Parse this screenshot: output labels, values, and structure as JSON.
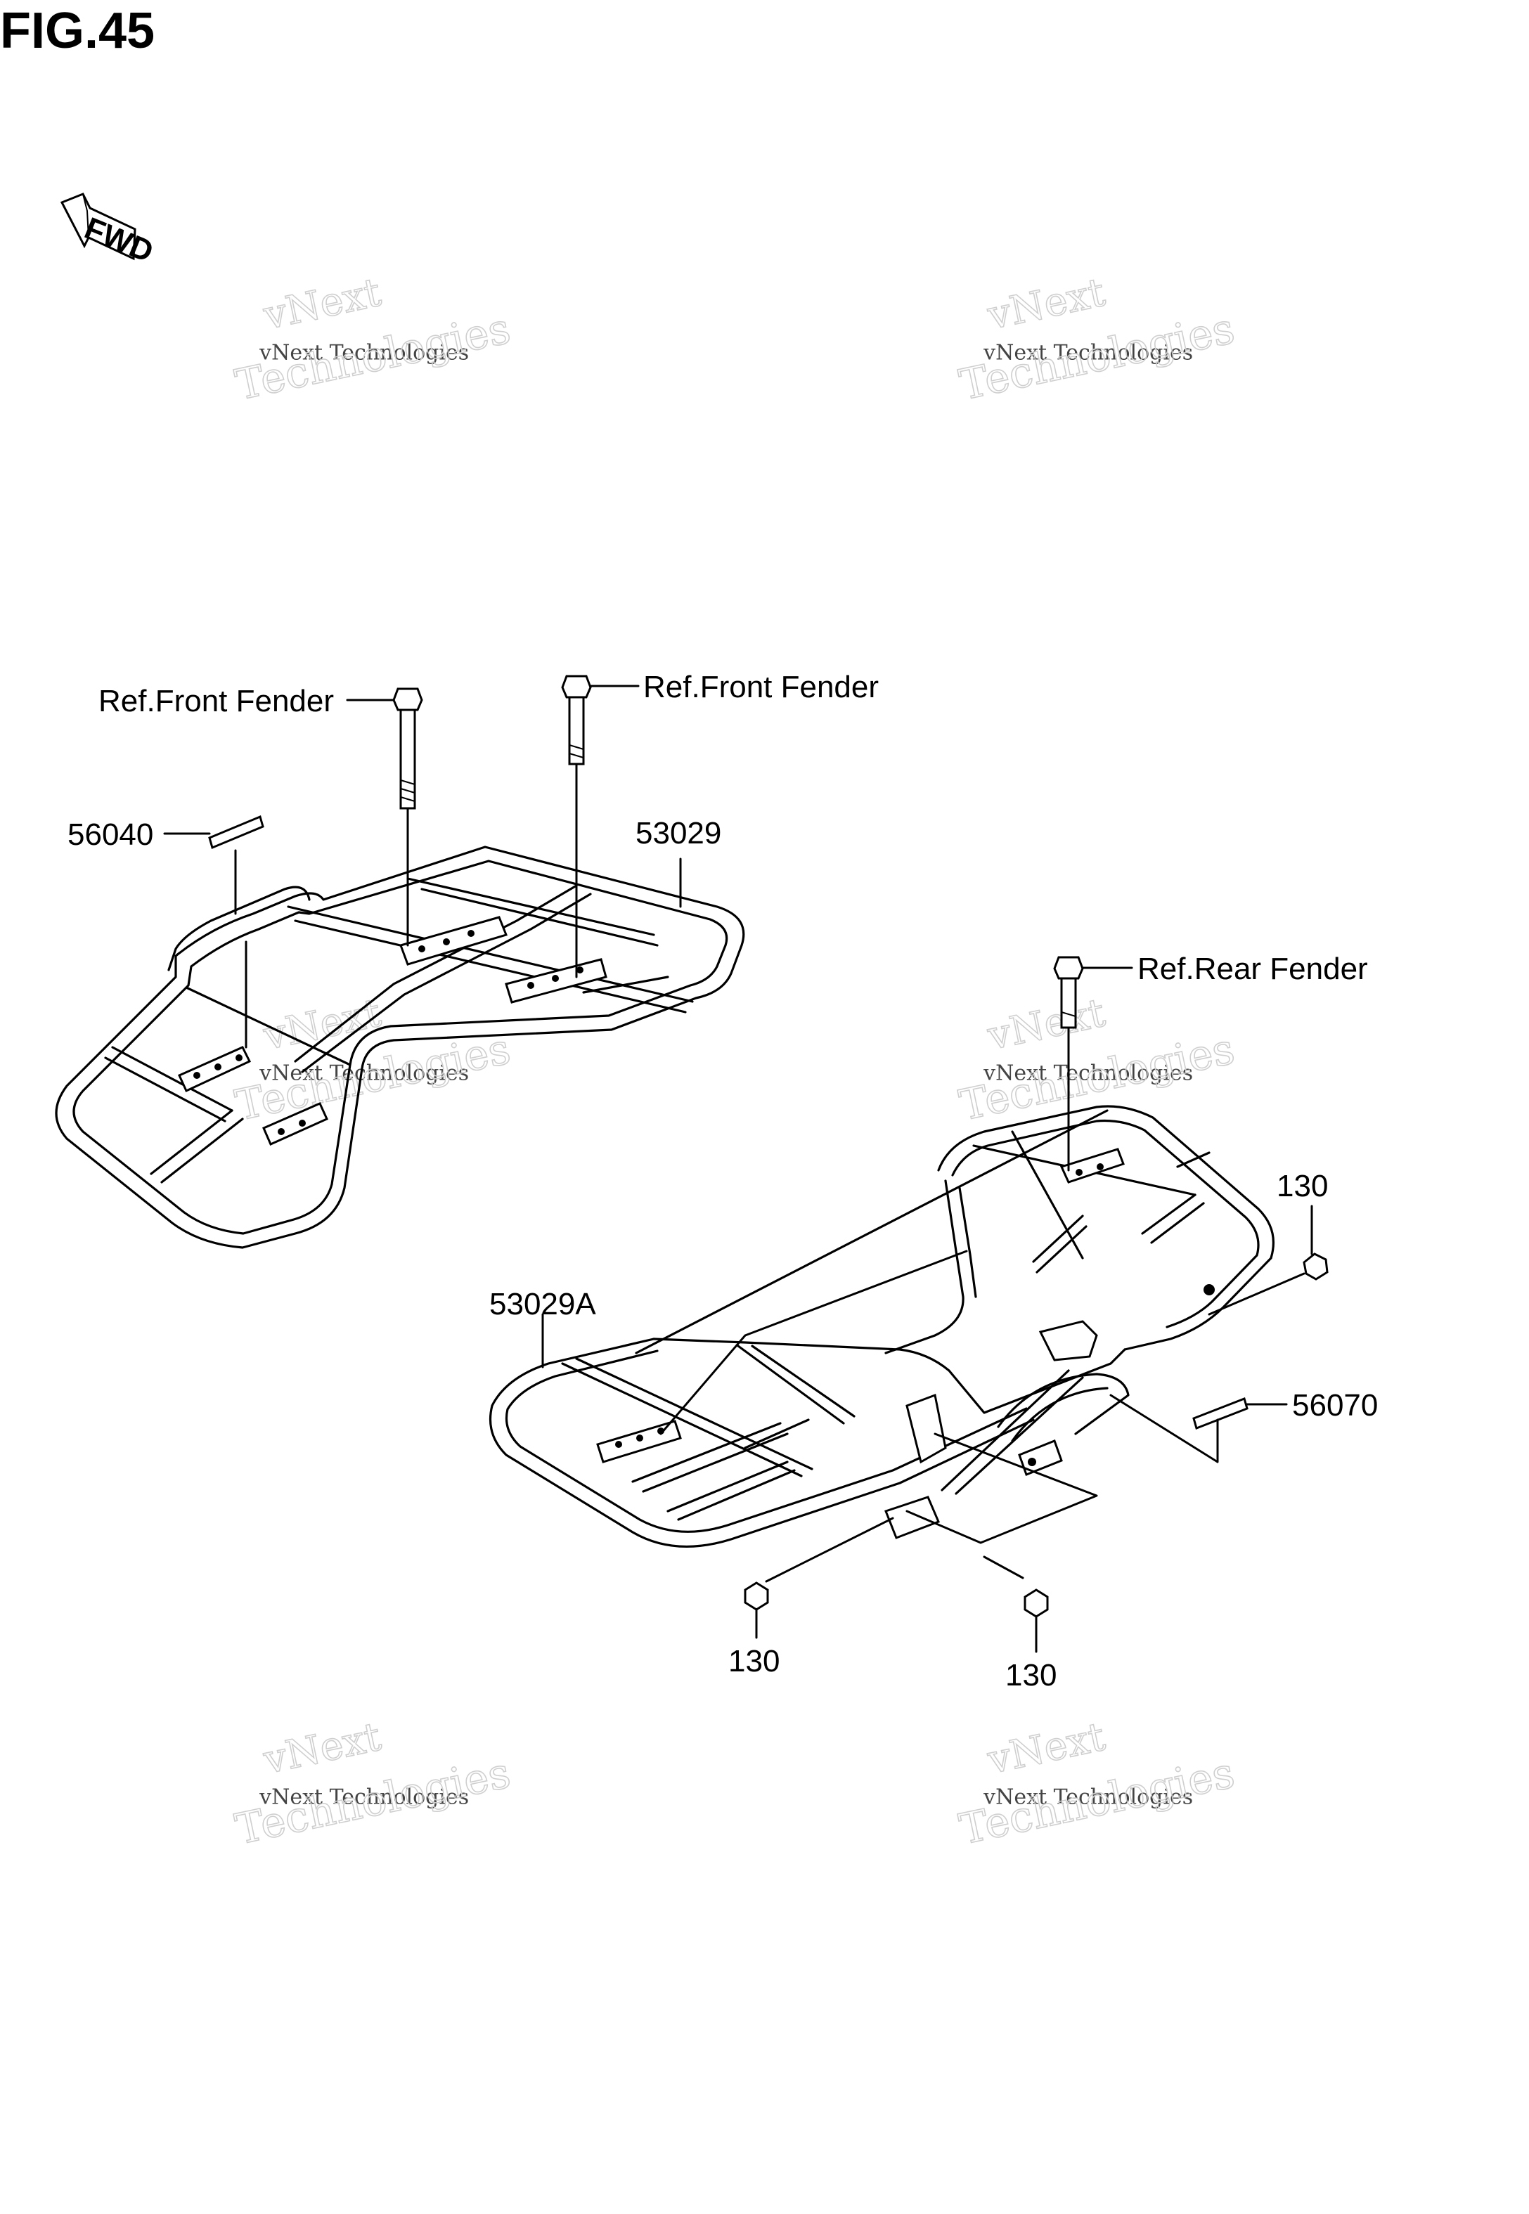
{
  "figure_title": "FIG.45",
  "fwd_label": "FWD",
  "watermark": {
    "line1": "vNext",
    "line2": "vNext Technologies",
    "line3": "Technologies"
  },
  "callouts": {
    "ref_front_fender_left": "Ref.Front Fender",
    "ref_front_fender_right": "Ref.Front Fender",
    "ref_rear_fender": "Ref.Rear Fender",
    "part_56040": "56040",
    "part_53029": "53029",
    "part_53029a": "53029A",
    "part_130_right": "130",
    "part_56070": "56070",
    "part_130_bottom_left": "130",
    "part_130_bottom_right": "130"
  }
}
